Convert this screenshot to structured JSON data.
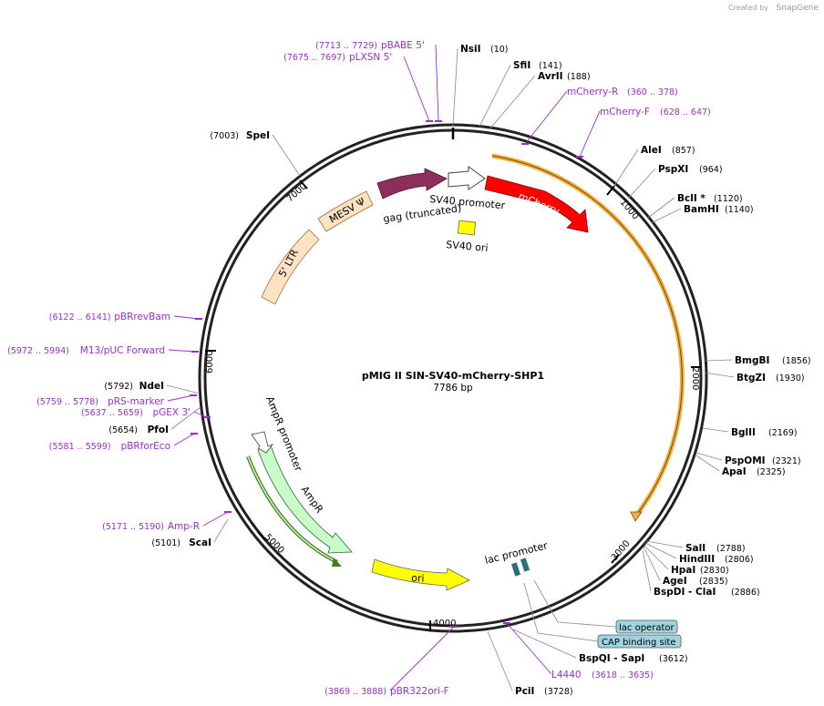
{
  "credit": {
    "prefix": "Created by",
    "brand": "SnapGene"
  },
  "plasmid": {
    "name": "pMIG II SIN-SV40-mCherry-SHP1",
    "length_label": "7786 bp",
    "length": 7786
  },
  "ring_ticks": [
    "1000",
    "2000",
    "3000",
    "4000",
    "5000",
    "6000",
    "7000"
  ],
  "enzymes": [
    {
      "name": "NsiI",
      "pos": "(10)"
    },
    {
      "name": "SfiI",
      "pos": "(141)"
    },
    {
      "name": "AvrII",
      "pos": "(188)"
    },
    {
      "name": "AleI",
      "pos": "(857)"
    },
    {
      "name": "PspXI",
      "pos": "(964)"
    },
    {
      "name": "BclI *",
      "pos": "(1120)"
    },
    {
      "name": "BamHI",
      "pos": "(1140)"
    },
    {
      "name": "BmgBI",
      "pos": "(1856)"
    },
    {
      "name": "BtgZI",
      "pos": "(1930)"
    },
    {
      "name": "BglII",
      "pos": "(2169)"
    },
    {
      "name": "PspOMI",
      "pos": "(2321)"
    },
    {
      "name": "ApaI",
      "pos": "(2325)"
    },
    {
      "name": "SalI",
      "pos": "(2788)"
    },
    {
      "name": "HindIII",
      "pos": "(2806)"
    },
    {
      "name": "HpaI",
      "pos": "(2830)"
    },
    {
      "name": "AgeI",
      "pos": "(2835)"
    },
    {
      "name": "BspDI - ClaI",
      "pos": "(2886)"
    },
    {
      "name": "BspQI - SapI",
      "pos": "(3612)"
    },
    {
      "name": "PciI",
      "pos": "(3728)"
    },
    {
      "name": "ScaI",
      "pos": "(5101)"
    },
    {
      "name": "PfoI",
      "pos": "(5654)"
    },
    {
      "name": "NdeI",
      "pos": "(5792)"
    },
    {
      "name": "SpeI",
      "pos": "(7003)"
    }
  ],
  "primers": [
    {
      "name": "pBABE 5'",
      "pos": "(7713 .. 7729)"
    },
    {
      "name": "pLXSN 5'",
      "pos": "(7675 .. 7697)"
    },
    {
      "name": "mCherry-R",
      "pos": "(360 .. 378)"
    },
    {
      "name": "mCherry-F",
      "pos": "(628 .. 647)"
    },
    {
      "name": "L4440",
      "pos": "(3618 .. 3635)"
    },
    {
      "name": "pBR322ori-F",
      "pos": "(3869 .. 3888)"
    },
    {
      "name": "Amp-R",
      "pos": "(5171 .. 5190)"
    },
    {
      "name": "pBRforEco",
      "pos": "(5581 .. 5599)"
    },
    {
      "name": "pGEX 3'",
      "pos": "(5637 .. 5659)"
    },
    {
      "name": "pRS-marker",
      "pos": "(5759 .. 5778)"
    },
    {
      "name": "M13/pUC Forward",
      "pos": "(5972 .. 5994)"
    },
    {
      "name": "pBRrevBam",
      "pos": "(6122 .. 6141)"
    }
  ],
  "features": {
    "gag": "gag (truncated)",
    "sv40_promoter": "SV40 promoter",
    "mcherry": "mCherry",
    "sv40_ori": "SV40 ori",
    "mesv": "MESV Ψ",
    "ltr": "5' LTR",
    "ampr_promoter": "AmpR promoter",
    "ampr": "AmpR",
    "ori": "ori",
    "lac_promoter": "lac promoter",
    "lac_operator": "lac operator",
    "cap_site": "CAP binding site"
  },
  "colors": {
    "backbone": "#222222",
    "enzyme_line": "#888888",
    "primer": "#9b30c8",
    "mcherry": "#ff0000",
    "gag": "#8e2e5c",
    "sv40_ori": "#ffff00",
    "ori": "#ffff00",
    "ltr": "#fde2c4",
    "ampr": "#c8fcc8",
    "cds_arc": "#f5b040",
    "amp_arc": "#4a7a1a",
    "lac": "#2a6f7f",
    "box_fill": "#9fd3e0"
  }
}
